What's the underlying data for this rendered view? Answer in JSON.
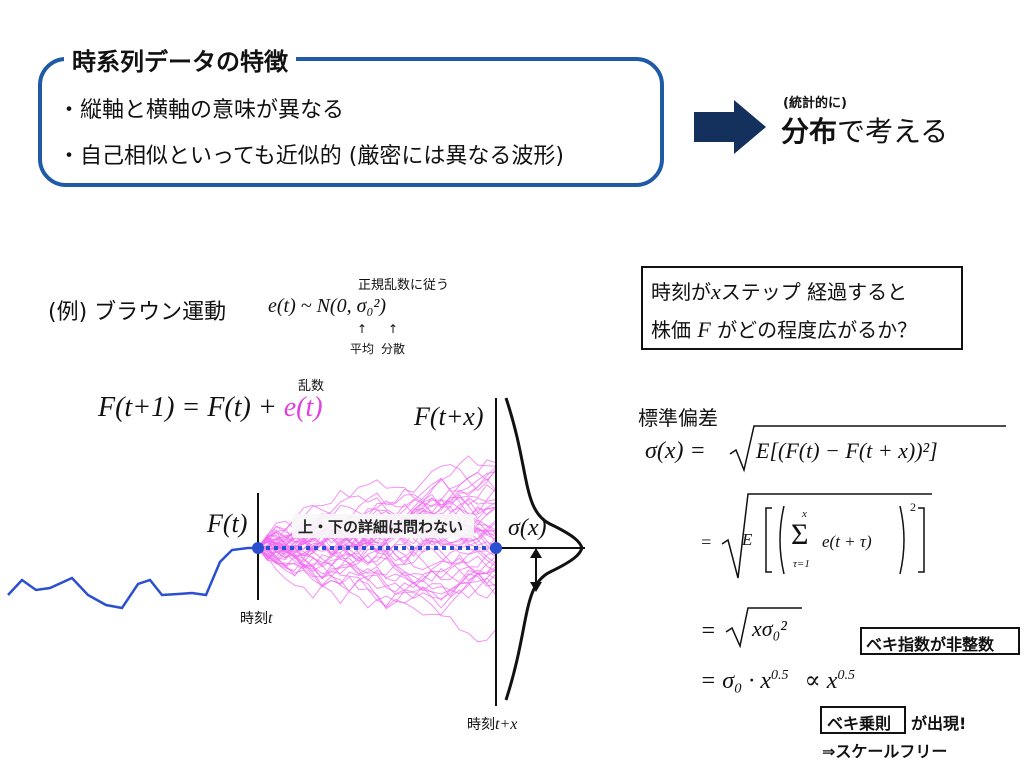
{
  "header": {
    "title": "時系列データの特徴",
    "bullets": [
      "・縦軸と横軸の意味が異なる",
      "・自己相似といっても近似的 (厳密には異なる波形)"
    ]
  },
  "conclusion": {
    "small_label": "(統計的に)",
    "emphasis": "分布",
    "rest": "で考える"
  },
  "example": {
    "label": "(例) ブラウン運動",
    "equation": "e(t) ~ N(0, σ₀²)",
    "note_top": "正規乱数に従う",
    "arrow_mean": "↑",
    "arrow_var": "↑",
    "note_mean": "平均",
    "note_var": "分散"
  },
  "question": {
    "line1_a": "時刻が",
    "line1_var": "x",
    "line1_b": "ステップ 経過すると",
    "line2_a": "株価",
    "line2_var": "F",
    "line2_b": "がどの程度広がるか？"
  },
  "diagram": {
    "random_label": "乱数",
    "recurrence_lhs": "F(t+1) = F(t) + ",
    "recurrence_rhs": "e(t)",
    "label_ft": "F(t)",
    "label_ftx": "F(t+x)",
    "label_sigma": "σ(x)",
    "label_time_t_prefix": "時刻",
    "label_time_t_var": "t",
    "label_time_tx_prefix": "時刻",
    "label_time_tx_var": "t+x",
    "banner": "上・下の詳細は問わない"
  },
  "formulas": {
    "heading": "標準偏差",
    "sigma_lhs": "σ(x) = ",
    "sigma_inner": "E[(F(t) − F(t + x))²]",
    "eq2_prefix": "= ",
    "eq2_E": "E",
    "eq2_sum_top": "x",
    "eq2_sum_bottom": "τ=1",
    "eq2_sum": "Σ",
    "eq2_term": "e(t + τ)",
    "eq2_exp": "2",
    "eq3_prefix": "= ",
    "eq3_inner": "xσ₀²",
    "eq4": "= σ₀ · x",
    "eq4_exp": "0.5",
    "eq4_prop": "∝ x",
    "eq4_prop_exp": "0.5"
  },
  "callouts": {
    "power_nonint": "ベキ指数が非整数",
    "power_law": "ベキ乗則",
    "appears": "が出現!",
    "scale_free": "⇒スケールフリー"
  },
  "colors": {
    "box_border": "#1f5aa6",
    "arrow": "#14305c",
    "blue_line": "#2a4fd0",
    "pink": "#f06ef0",
    "magenta_text": "#e040e0"
  }
}
